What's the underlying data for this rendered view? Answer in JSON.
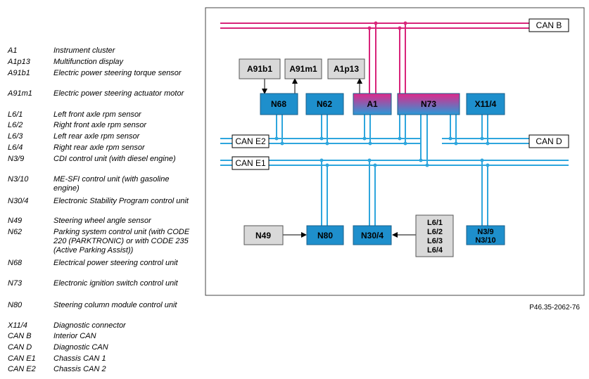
{
  "legend": [
    {
      "code": "A1",
      "desc": "Instrument cluster"
    },
    {
      "code": "A1p13",
      "desc": "Multifunction display"
    },
    {
      "code": "A91b1",
      "desc": "Electric power steering torque sensor"
    },
    {
      "code": "A91m1",
      "desc": "Electric power steering actuator motor"
    },
    {
      "code": "L6/1",
      "desc": "Left front axle rpm sensor"
    },
    {
      "code": "L6/2",
      "desc": "Right front axle rpm sensor"
    },
    {
      "code": "L6/3",
      "desc": "Left rear axle rpm sensor"
    },
    {
      "code": "L6/4",
      "desc": "Right rear axle rpm sensor"
    },
    {
      "code": "N3/9",
      "desc": "CDI control unit (with diesel engine)"
    },
    {
      "code": "N3/10",
      "desc": "ME-SFI control unit (with gasoline engine)"
    },
    {
      "code": "N30/4",
      "desc": "Electronic Stability Program control unit"
    },
    {
      "code": "N49",
      "desc": "Steering wheel angle sensor"
    },
    {
      "code": "N62",
      "desc": "Parking system control unit (with CODE 220 (PARKTRONIC) or with CODE 235 (Active Parking Assist))"
    },
    {
      "code": "N68",
      "desc": "Electrical power steering control unit"
    },
    {
      "code": "N73",
      "desc": "Electronic ignition switch control unit"
    },
    {
      "code": "N80",
      "desc": "Steering column module control unit"
    },
    {
      "code": "X11/4",
      "desc": "Diagnostic connector"
    },
    {
      "code": "CAN B",
      "desc": "Interior CAN"
    },
    {
      "code": "CAN D",
      "desc": "Diagnostic CAN"
    },
    {
      "code": "CAN E1",
      "desc": "Chassis CAN 1"
    },
    {
      "code": "CAN E2",
      "desc": "Chassis CAN 2"
    }
  ],
  "buses": {
    "can_b": "CAN B",
    "can_d": "CAN D",
    "can_e1": "CAN E1",
    "can_e2": "CAN E2"
  },
  "modules": {
    "a91b1": "A91b1",
    "a91m1": "A91m1",
    "a1p13": "A1p13",
    "n68": "N68",
    "n62": "N62",
    "a1": "A1",
    "n73": "N73",
    "x11_4": "X11/4",
    "n49": "N49",
    "n80": "N80",
    "n30_4": "N30/4",
    "l6_sensors": [
      "L6/1",
      "L6/2",
      "L6/3",
      "L6/4"
    ],
    "n3": [
      "N3/9",
      "N3/10"
    ]
  },
  "reference": "P46.35-2062-76",
  "colors": {
    "can_b": "#d8247a",
    "can_e": "#2ea6dd",
    "module_blue": "#1e8fcc",
    "module_grey": "#d9d9d9"
  }
}
